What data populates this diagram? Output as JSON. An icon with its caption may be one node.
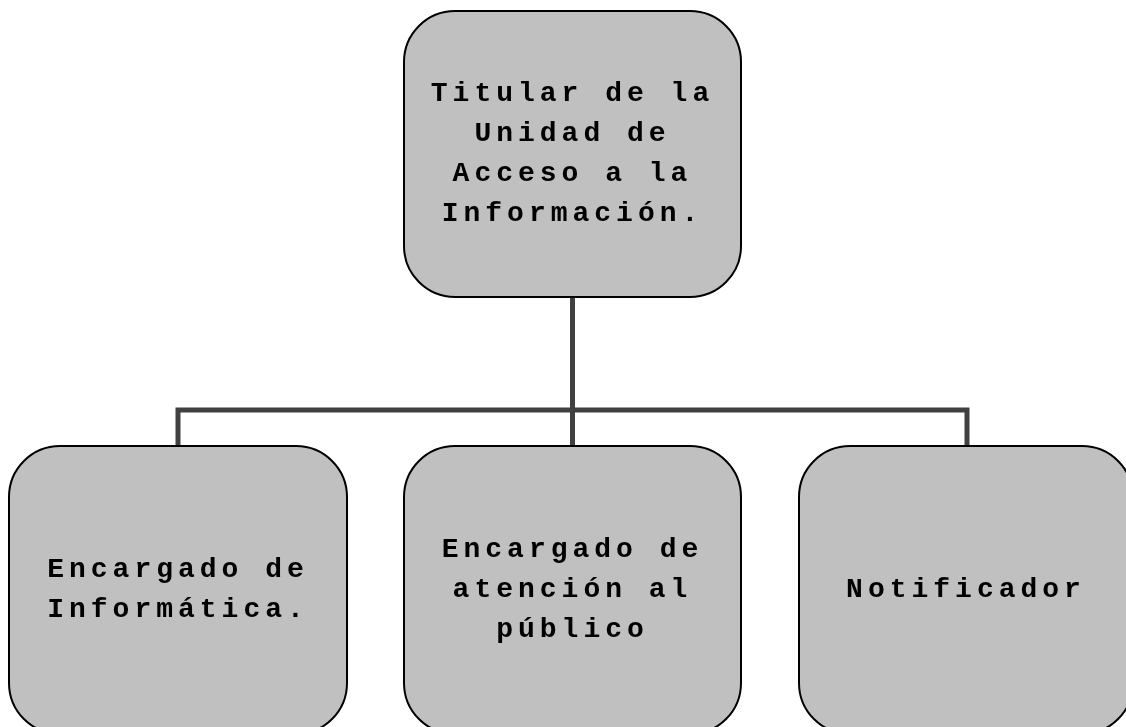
{
  "diagram": {
    "nodes": [
      {
        "text": [
          "Titular de la Unidad de Acceso a la Información."
        ]
      },
      {
        "text": [
          "Encargado de Informática."
        ]
      },
      {
        "text": [
          "Encargado de atención al público"
        ]
      },
      {
        "text": [
          "Notificador"
        ]
      }
    ],
    "edges": [
      {
        "from": 0,
        "to": 1,
        "arrow": "none"
      },
      {
        "from": 0,
        "to": 2,
        "arrow": "none"
      },
      {
        "from": 0,
        "to": 3,
        "arrow": "none"
      }
    ]
  }
}
